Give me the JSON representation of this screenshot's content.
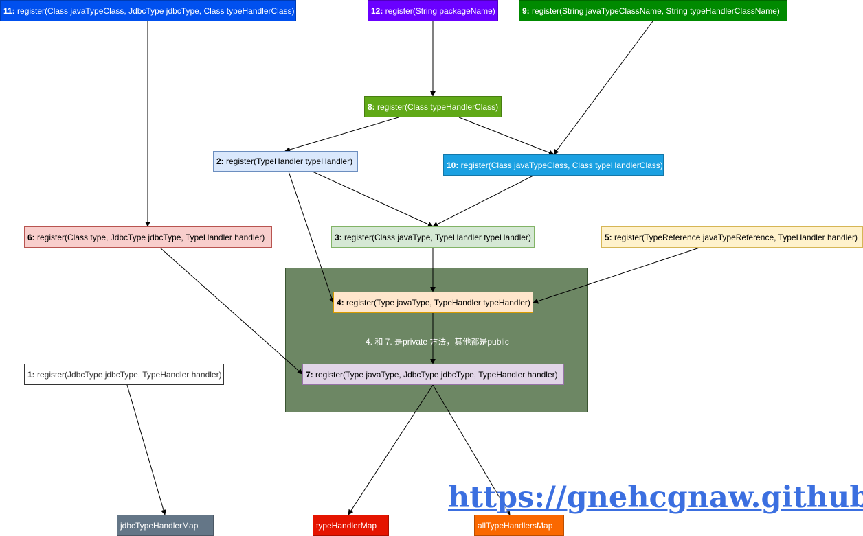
{
  "nodes": {
    "n11": {
      "num": "11:",
      "text": " register(Class javaTypeClass, JdbcType jdbcType, Class typeHandlerClass)",
      "fill": "#0050ef",
      "color": "#ffffff"
    },
    "n12": {
      "num": "12:",
      "text": " register(String packageName)",
      "fill": "#6a00ff",
      "color": "#ffffff"
    },
    "n9": {
      "num": "9:",
      "text": " register(String javaTypeClassName, String typeHandlerClassName)",
      "fill": "#008a00",
      "color": "#ffffff"
    },
    "n8": {
      "num": "8:",
      "text": " register(Class typeHandlerClass)",
      "fill": "#60a917",
      "color": "#ffffff"
    },
    "n2": {
      "num": "2:",
      "text": " register(TypeHandler typeHandler)",
      "fill": "#dae8fc",
      "color": "#000000"
    },
    "n10": {
      "num": "10:",
      "text": " register(Class javaTypeClass, Class typeHandlerClass)",
      "fill": "#1ba1e2",
      "color": "#ffffff"
    },
    "n6": {
      "num": "6:",
      "text": " register(Class type, JdbcType jdbcType, TypeHandler handler)",
      "fill": "#f8cecc",
      "color": "#000000"
    },
    "n3": {
      "num": "3:",
      "text": " register(Class javaType, TypeHandler typeHandler)",
      "fill": "#d5e8d4",
      "color": "#000000"
    },
    "n5": {
      "num": "5:",
      "text": " register(TypeReference javaTypeReference, TypeHandler handler)",
      "fill": "#fff2cc",
      "color": "#000000"
    },
    "n4": {
      "num": "4:",
      "text": " register(Type javaType, TypeHandler typeHandler)",
      "fill": "#ffe6cc",
      "color": "#000000"
    },
    "n7": {
      "num": "7:",
      "text": " register(Type javaType, JdbcType jdbcType, TypeHandler handler)",
      "fill": "#e1d5e7",
      "color": "#000000"
    },
    "n1": {
      "num": "1:",
      "text": " register(JdbcType jdbcType, TypeHandler handler)",
      "fill": "#ffffff",
      "color": "#333333"
    },
    "jdbc": {
      "num": "",
      "text": "jdbcTypeHandlerMap",
      "fill": "#647687",
      "color": "#ffffff"
    },
    "tmap": {
      "num": "",
      "text": "typeHandlerMap",
      "fill": "#e51400",
      "color": "#ffffff"
    },
    "all": {
      "num": "",
      "text": "allTypeHandlersMap",
      "fill": "#fa6800",
      "color": "#ffffff"
    }
  },
  "group_note": "4. 和 7. 是private 方法，其他都是public",
  "watermark": "https://gnehcgnaw.github.io/",
  "edges": [
    {
      "from": "n11",
      "to": "n6"
    },
    {
      "from": "n12",
      "to": "n8"
    },
    {
      "from": "n9",
      "to": "n10"
    },
    {
      "from": "n8",
      "to": "n2"
    },
    {
      "from": "n8",
      "to": "n10"
    },
    {
      "from": "n2",
      "to": "n3"
    },
    {
      "from": "n2",
      "to": "n4"
    },
    {
      "from": "n10",
      "to": "n3"
    },
    {
      "from": "n3",
      "to": "n4"
    },
    {
      "from": "n5",
      "to": "n4"
    },
    {
      "from": "n4",
      "to": "n7"
    },
    {
      "from": "n6",
      "to": "n7"
    },
    {
      "from": "n1",
      "to": "jdbc"
    },
    {
      "from": "n7",
      "to": "tmap"
    },
    {
      "from": "n7",
      "to": "all"
    }
  ]
}
